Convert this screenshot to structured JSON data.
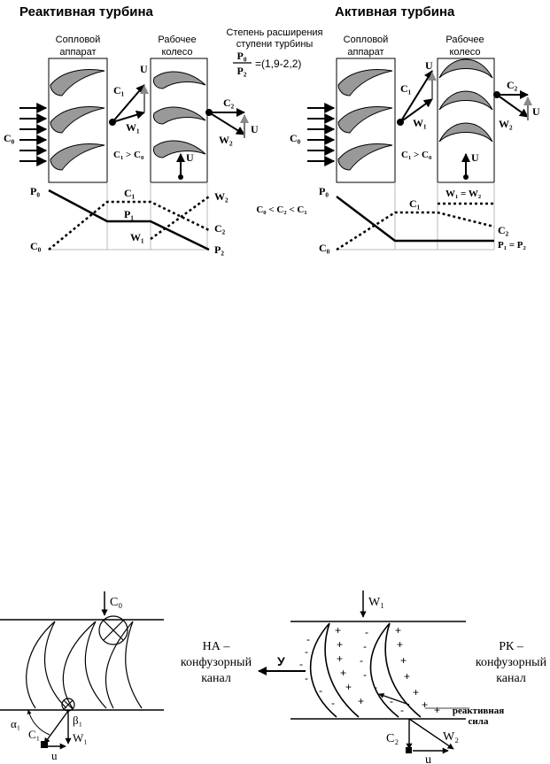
{
  "top": {
    "reactive": {
      "title": "Реактивная турбина",
      "nozzle_label": [
        "Сопловой",
        "аппарат"
      ],
      "rotor_label": [
        "Рабочее",
        "колесо"
      ],
      "inlet": "C₀",
      "U1": "U",
      "C1": "C₁",
      "W1": "W₁",
      "U2": "U",
      "C2": "C₂",
      "W2": "W₂",
      "cond": "C₁ > C₀",
      "rotor_U": "U",
      "plot": {
        "P0": "P₀",
        "C0": "C₀",
        "C1": "C₁",
        "P1": "P₁",
        "W1": "W₁",
        "W2": "W₂",
        "C2": "C₂",
        "P2": "P₂"
      }
    },
    "middle": {
      "expansion": [
        "Степень расширения",
        "ступени турбины"
      ],
      "num": "P₀",
      "den": "P₂",
      "value": "=(1,9-2,2)",
      "cond": "C₀ < C₂ < C₁"
    },
    "active": {
      "title": "Активная турбина",
      "nozzle_label": [
        "Сопловой",
        "аппарат"
      ],
      "rotor_label": [
        "Рабочее",
        "колесо"
      ],
      "inlet": "C₀",
      "U1": "U",
      "C1": "C₁",
      "W1": "W₁",
      "U2": "U",
      "C2": "C₂",
      "W2": "W₂",
      "cond": "C₁ > C₀",
      "rotor_U": "U",
      "plot": {
        "P0": "P₀",
        "C0": "C₀",
        "C1": "C₁",
        "W1W2": "W₁ = W₂",
        "C2": "C₂",
        "P1P2": "P₁ = P₂"
      }
    }
  },
  "bottom": {
    "left": {
      "C0": "C₀",
      "label": [
        "НА –",
        "конфузорный",
        "канал"
      ],
      "alpha1": "α₁",
      "beta1": "β₁",
      "C1": "C₁",
      "W1": "W₁",
      "u": "u"
    },
    "right": {
      "W1": "W₁",
      "force": "У",
      "label": [
        "РК –",
        "конфузорный",
        "канал"
      ],
      "reactive_force": [
        "реактивная",
        "сила"
      ],
      "C2": "C₂",
      "W2": "W₂",
      "u": "u"
    }
  }
}
